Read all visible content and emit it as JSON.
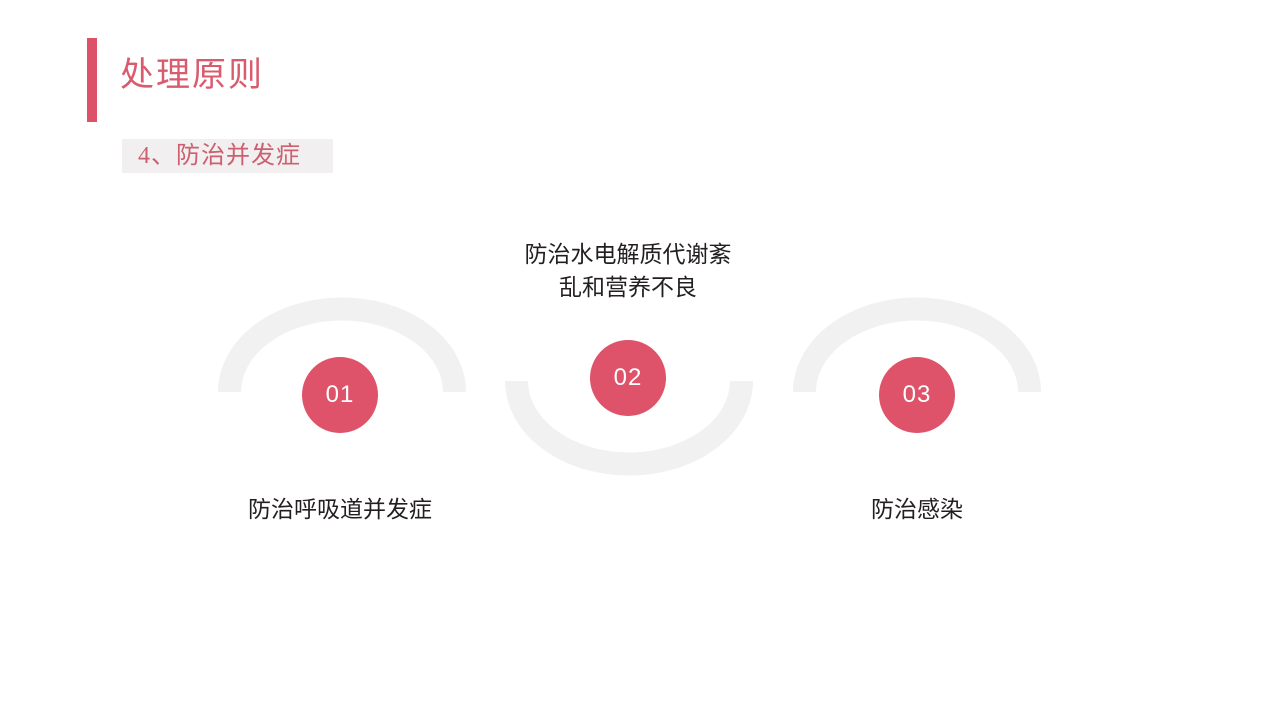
{
  "slide": {
    "title": "处理原则",
    "subtitle": "4、防治并发症",
    "accent_color": "#DC5268",
    "title_text_color": "#D95B6E",
    "subtitle_text_color": "#CC6070",
    "subtitle_chip_color": "#F1EFEF",
    "arc_color": "#F1F1F1",
    "circle_color": "#DE5369",
    "caption_color": "#231F20",
    "background": "#FFFFFF"
  },
  "steps": [
    {
      "number": "01",
      "caption": "防治呼吸道并发症",
      "arc": "up"
    },
    {
      "number": "02",
      "caption": "防治水电解质代谢紊\n乱和营养不良",
      "arc": "down"
    },
    {
      "number": "03",
      "caption": "防治感染",
      "arc": "up"
    }
  ]
}
